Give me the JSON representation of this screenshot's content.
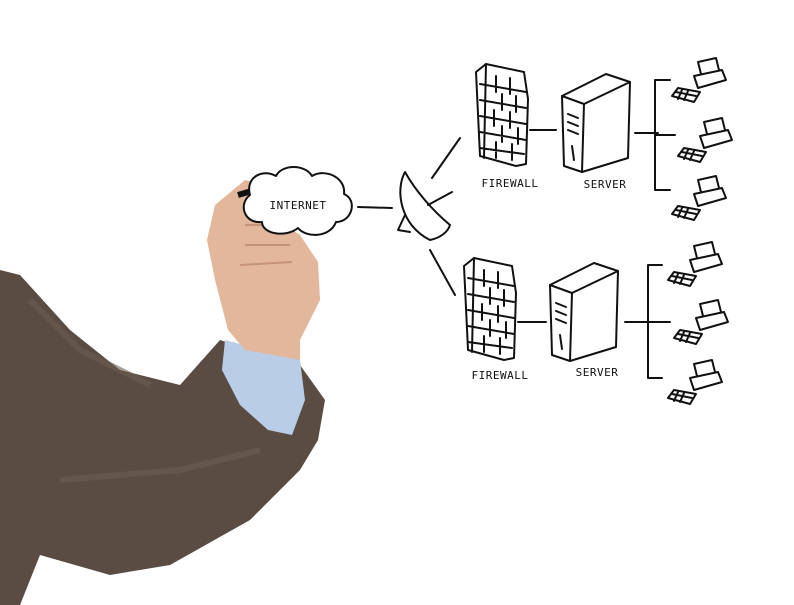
{
  "diagram": {
    "cloud_label": "INTERNET",
    "branches": [
      {
        "firewall_label": "FIREWALL",
        "server_label": "SERVER"
      },
      {
        "firewall_label": "FIREWALL",
        "server_label": "SERVER"
      }
    ]
  },
  "colors": {
    "ink": "#111111",
    "suit": "#5a4c43",
    "shirt": "#b9cde6",
    "skin": "#e2b79c"
  }
}
